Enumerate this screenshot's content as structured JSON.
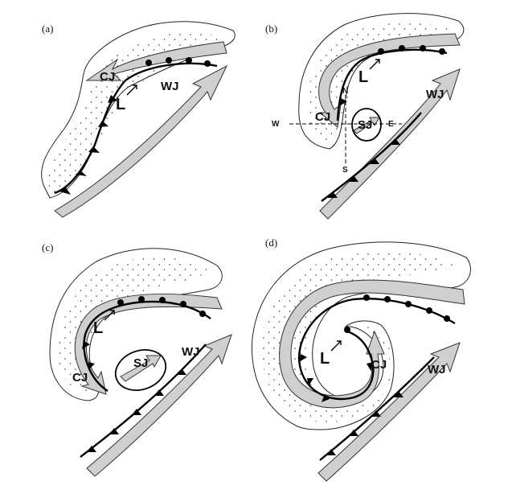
{
  "panels": [
    {
      "id": "a",
      "label": "(a)",
      "jets": [
        "CJ",
        "WJ"
      ],
      "low": "L"
    },
    {
      "id": "b",
      "label": "(b)",
      "jets": [
        "CJ",
        "WJ",
        "SJ"
      ],
      "low": "L",
      "cross_section": {
        "north": "N",
        "south": "S",
        "west": "W",
        "east": "E"
      }
    },
    {
      "id": "c",
      "label": "(c)",
      "jets": [
        "CJ",
        "WJ",
        "SJ"
      ],
      "low": "L"
    },
    {
      "id": "d",
      "label": "(d)",
      "jets": [
        "CJ",
        "WJ"
      ],
      "low": "L"
    }
  ]
}
